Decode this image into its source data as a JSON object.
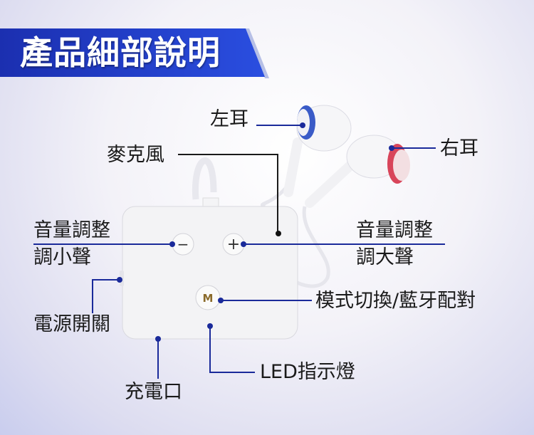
{
  "title": "產品細部說明",
  "colors": {
    "banner": "#1b2fb0",
    "callout": "#1a2a9a",
    "ear_left_accent": "#3a5bc7",
    "ear_right_accent": "#d8455a"
  },
  "device": {
    "button_minus": "−",
    "button_plus": "+",
    "button_mode": "M"
  },
  "labels": {
    "left_ear": "左耳",
    "right_ear": "右耳",
    "microphone": "麥克風",
    "volume_down_title": "音量調整",
    "volume_down_sub": "調小聲",
    "volume_up_title": "音量調整",
    "volume_up_sub": "調大聲",
    "power_switch": "電源開關",
    "mode_switch": "模式切換/藍牙配對",
    "led": "LED指示燈",
    "charging_port": "充電口"
  }
}
